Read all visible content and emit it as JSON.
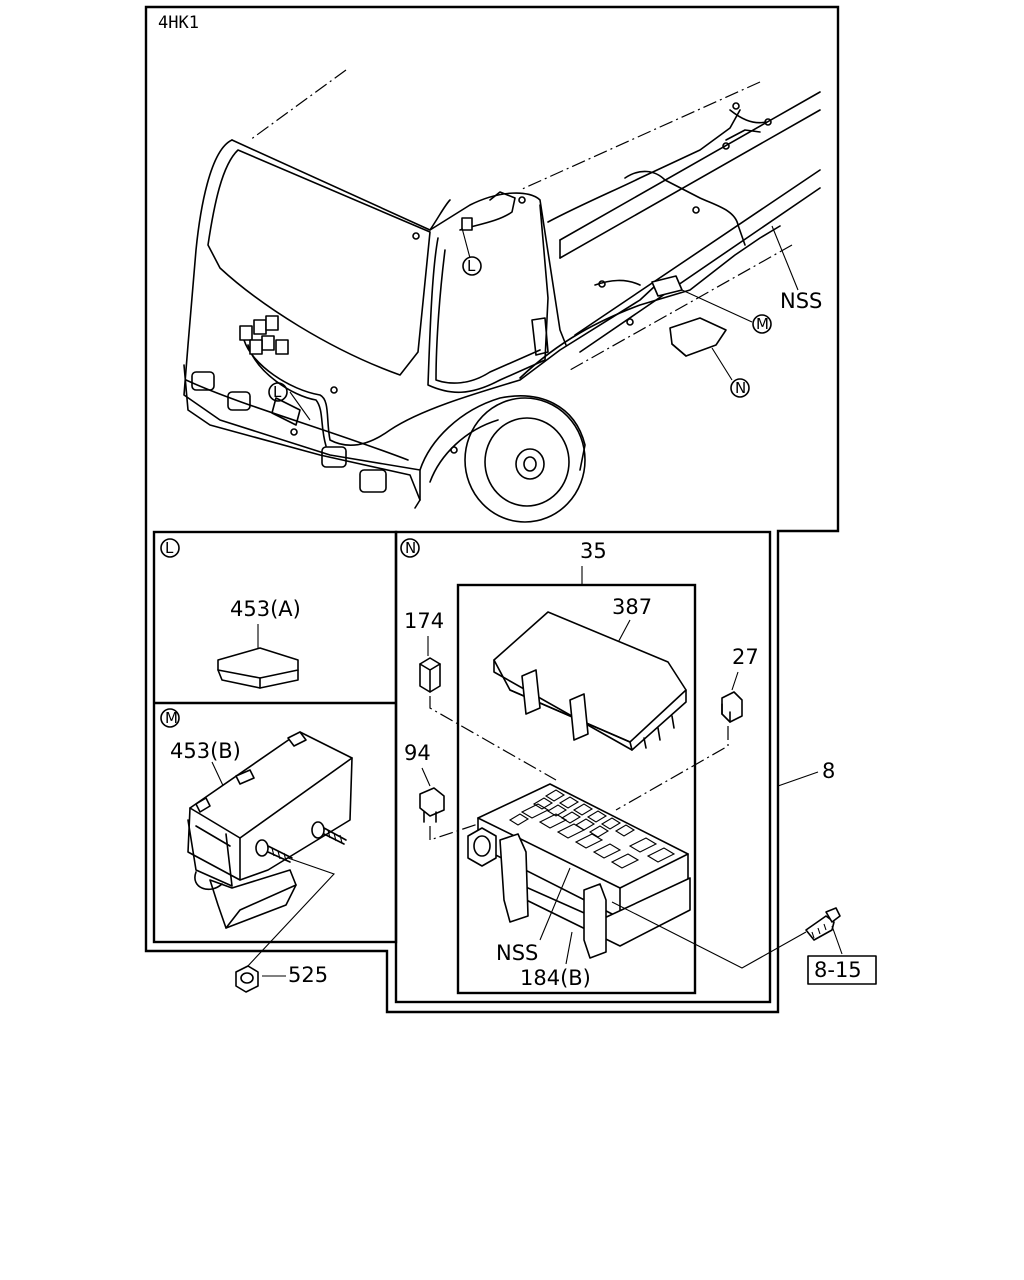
{
  "header": {
    "engine_code": "4HK1"
  },
  "detail_markers": {
    "L": "L",
    "M": "M",
    "N": "N"
  },
  "callouts": {
    "nss_top": "NSS",
    "fuse_box_assembly": "35",
    "cover": "387",
    "relay_174": "174",
    "fuse_27": "27",
    "relay_94": "94",
    "harness": "8",
    "tape_a": "453(A)",
    "tape_b": "453(B)",
    "nss_bottom": "NSS",
    "fuse_block": "184(B)",
    "nut": "525",
    "ref_bolt": "8-15"
  }
}
